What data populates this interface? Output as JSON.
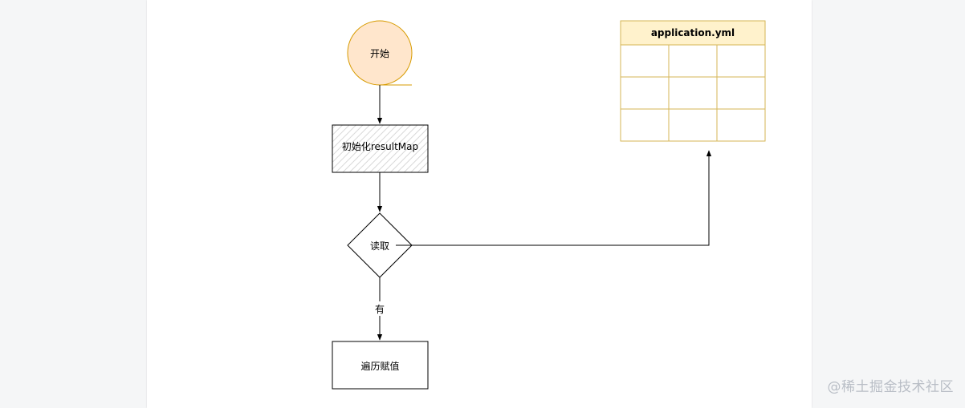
{
  "diagram": {
    "nodes": {
      "start": {
        "label": "开始",
        "shape": "circle",
        "fill": "#ffe6cc",
        "stroke": "#d79b00"
      },
      "init": {
        "label": "初始化resultMap",
        "shape": "rect-hatched",
        "fill": "#f0f0f0",
        "stroke": "#000000"
      },
      "read": {
        "label": "读取",
        "shape": "diamond",
        "fill": "#ffffff",
        "stroke": "#000000"
      },
      "iterate": {
        "label": "遍历赋值",
        "shape": "rect",
        "fill": "#ffffff",
        "stroke": "#000000"
      }
    },
    "table": {
      "title": "application.yml",
      "header_fill": "#fff2cc",
      "stroke": "#d6b656",
      "rows": 3,
      "cols": 3
    },
    "edges": [
      {
        "from": "start",
        "to": "init",
        "label": ""
      },
      {
        "from": "init",
        "to": "read",
        "label": ""
      },
      {
        "from": "read",
        "to": "iterate",
        "label": "有"
      },
      {
        "from": "read",
        "to": "table",
        "label": ""
      }
    ]
  },
  "watermark": "@稀土掘金技术社区"
}
